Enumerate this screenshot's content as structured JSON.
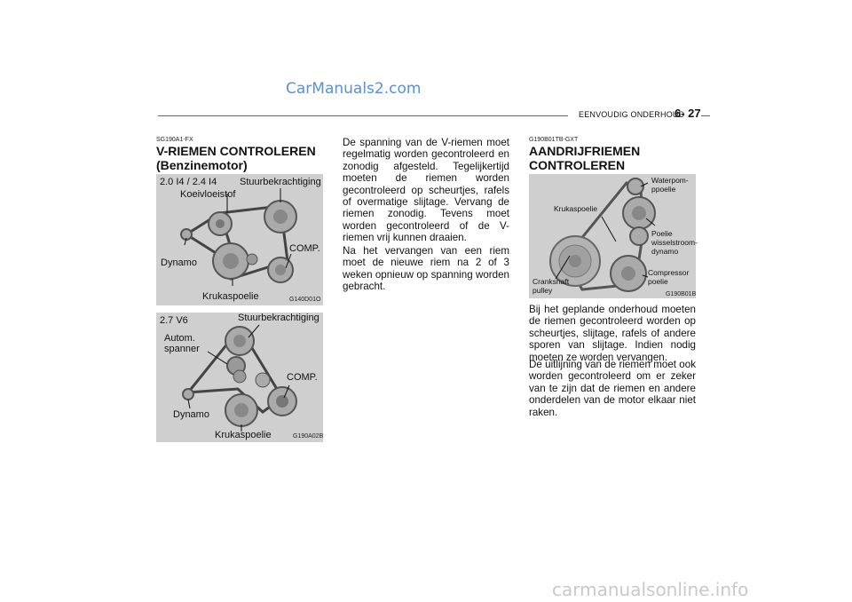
{
  "watermark_top": "CarManuals2.com",
  "header": {
    "section": "EENVOUDIG ONDERHOUD",
    "page": "6- 27"
  },
  "col1": {
    "code": "SG190A1-FX",
    "title_line1": "V-RIEMEN  CONTROLEREN",
    "title_line2": "(Benzinemotor)",
    "fig1": {
      "variant": "2.0 I4 / 2.4 I4",
      "labels": [
        "Koeivloeistof",
        "Stuurbekrachtiging",
        "COMP.",
        "Dynamo",
        "Krukaspoelie"
      ],
      "code": "G140D01O"
    },
    "fig2": {
      "variant": "2.7 V6",
      "labels": [
        "Stuurbekrachtiging",
        "Autom.",
        "spanner",
        "COMP.",
        "Dynamo",
        "Krukaspoelie"
      ],
      "code": "G190A02B"
    }
  },
  "col2": {
    "paragraphs": [
      "De spanning van de V-riemen moet regelmatig worden gecontroleerd en zonodig afgesteld. Tegelijkertijd moeten de riemen worden gecontroleerd op scheurtjes, rafels of overmatige slijtage. Vervang de riemen zonodig. Tevens moet worden gecontroleerd of de V-riemen vrij kunnen draaien.",
      "Na het vervangen van een riem moet de nieuwe riem na 2 of 3 weken opnieuw op spanning worden gebracht."
    ]
  },
  "col3": {
    "code": "G190B01TB-GXT",
    "title_line1": "AANDRIJFRIEMEN",
    "title_line2": "CONTROLEREN  (Dieselmotor)",
    "fig": {
      "labels": {
        "waterpomp": [
          "Waterpom-",
          "ppoelie"
        ],
        "krukaspoelie": "Krukaspoelie",
        "poelie": [
          "Poelie",
          "wisselstroom-",
          "dynamo"
        ],
        "compressor": [
          "Compressor",
          "poelie"
        ],
        "crankshaft": [
          "Crankshaft",
          "pulley"
        ]
      },
      "code": "G190B01B"
    },
    "paragraph1": "Bij het geplande onderhoud moeten de riemen gecontroleerd worden op scheurtjes, slijtage, rafels of andere sporen van slijtage. Indien nodig moeten ze worden vervangen.",
    "paragraph2": "De uitlijning van de riemen moet ook worden gecontroleerd om er zeker van te zijn dat de riemen en andere onderdelen van de motor elkaar niet raken."
  },
  "watermark_bottom": "carmanualsonline.info"
}
